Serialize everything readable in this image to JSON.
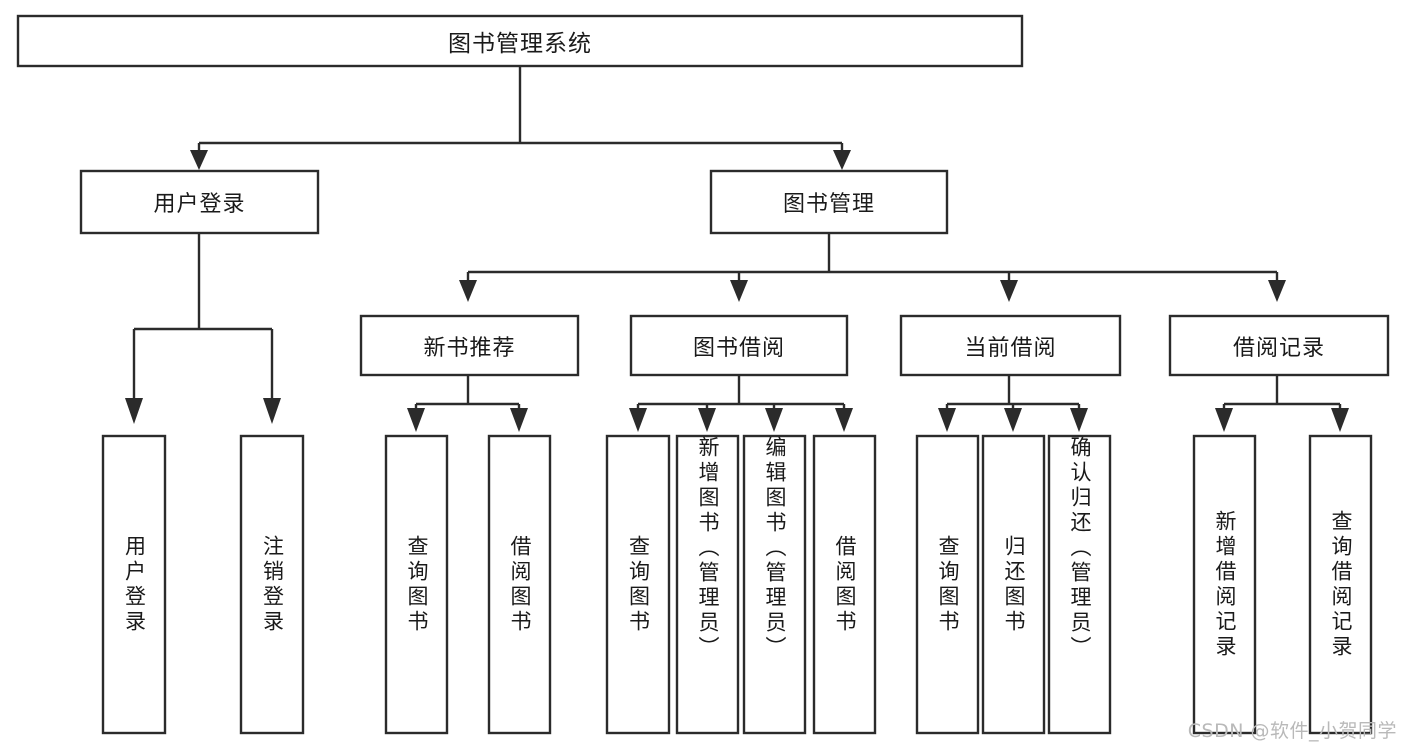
{
  "diagram": {
    "type": "tree-hierarchy-chart",
    "title_text": "图书管理系统",
    "watermark": "CSDN @软件_小贺同学",
    "colors": {
      "box_stroke": "#2b2b2b",
      "box_fill": "#ffffff",
      "text": "#1a1a1a",
      "background": "#ffffff",
      "watermark": "#b9b9b9"
    },
    "root": {
      "label": "图书管理系统"
    },
    "level2": [
      {
        "label": "用户登录"
      },
      {
        "label": "图书管理"
      }
    ],
    "level3": [
      {
        "label": "新书推荐"
      },
      {
        "label": "图书借阅"
      },
      {
        "label": "当前借阅"
      },
      {
        "label": "借阅记录"
      }
    ],
    "leaves": {
      "user_login": [
        {
          "label": "用户登录"
        },
        {
          "label": "注销登录"
        }
      ],
      "new_book_recommend": [
        {
          "label": "查询图书"
        },
        {
          "label": "借阅图书"
        }
      ],
      "book_borrow": [
        {
          "label": "查询图书"
        },
        {
          "label": "新增图书（管理员）"
        },
        {
          "label": "编辑图书（管理员）"
        },
        {
          "label": "借阅图书"
        }
      ],
      "current_borrow": [
        {
          "label": "查询图书"
        },
        {
          "label": "归还图书"
        },
        {
          "label": "确认归还（管理员）"
        }
      ],
      "borrow_record": [
        {
          "label": "新增借阅记录"
        },
        {
          "label": "查询借阅记录"
        }
      ]
    }
  }
}
